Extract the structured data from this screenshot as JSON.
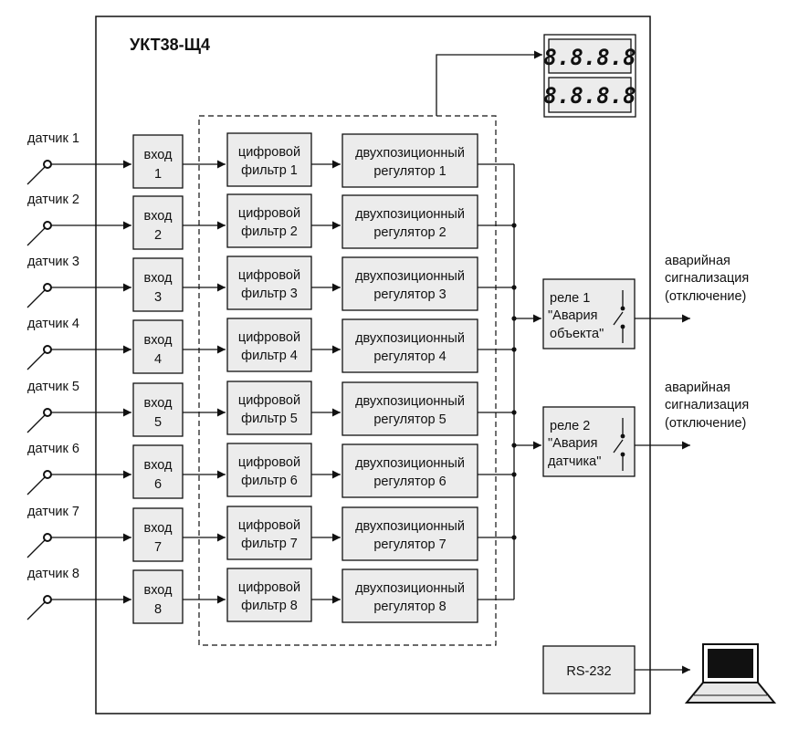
{
  "title": "УКТ38-Щ4",
  "channels": [
    {
      "sensor": "датчик 1",
      "input": [
        "вход",
        "1"
      ],
      "filter": [
        "цифровой",
        "фильтр 1"
      ],
      "regulator": [
        "двухпозиционный",
        "регулятор 1"
      ]
    },
    {
      "sensor": "датчик 2",
      "input": [
        "вход",
        "2"
      ],
      "filter": [
        "цифровой",
        "фильтр 2"
      ],
      "regulator": [
        "двухпозиционный",
        "регулятор 2"
      ]
    },
    {
      "sensor": "датчик 3",
      "input": [
        "вход",
        "3"
      ],
      "filter": [
        "цифровой",
        "фильтр 3"
      ],
      "regulator": [
        "двухпозиционный",
        "регулятор 3"
      ]
    },
    {
      "sensor": "датчик 4",
      "input": [
        "вход",
        "4"
      ],
      "filter": [
        "цифровой",
        "фильтр 4"
      ],
      "regulator": [
        "двухпозиционный",
        "регулятор 4"
      ]
    },
    {
      "sensor": "датчик 5",
      "input": [
        "вход",
        "5"
      ],
      "filter": [
        "цифровой",
        "фильтр 5"
      ],
      "regulator": [
        "двухпозиционный",
        "регулятор 5"
      ]
    },
    {
      "sensor": "датчик 6",
      "input": [
        "вход",
        "6"
      ],
      "filter": [
        "цифровой",
        "фильтр 6"
      ],
      "regulator": [
        "двухпозиционный",
        "регулятор 6"
      ]
    },
    {
      "sensor": "датчик 7",
      "input": [
        "вход",
        "7"
      ],
      "filter": [
        "цифровой",
        "фильтр 7"
      ],
      "regulator": [
        "двухпозиционный",
        "регулятор 7"
      ]
    },
    {
      "sensor": "датчик 8",
      "input": [
        "вход",
        "8"
      ],
      "filter": [
        "цифровой",
        "фильтр 8"
      ],
      "regulator": [
        "двухпозиционный",
        "регулятор 8"
      ]
    }
  ],
  "display": {
    "top": "8.8.8.8",
    "bottom": "8.8.8.8"
  },
  "relays": [
    {
      "lines": [
        "реле 1",
        "\"Авария",
        "объекта\""
      ],
      "output": [
        "аварийная",
        "сигнализация",
        "(отключение)"
      ]
    },
    {
      "lines": [
        "реле 2",
        "\"Авария",
        "датчика\""
      ],
      "output": [
        "аварийная",
        "сигнализация",
        "(отключение)"
      ]
    }
  ],
  "interface": "RS-232",
  "icons": {
    "computer": "laptop-icon",
    "sensor": "sensor-probe-icon"
  }
}
